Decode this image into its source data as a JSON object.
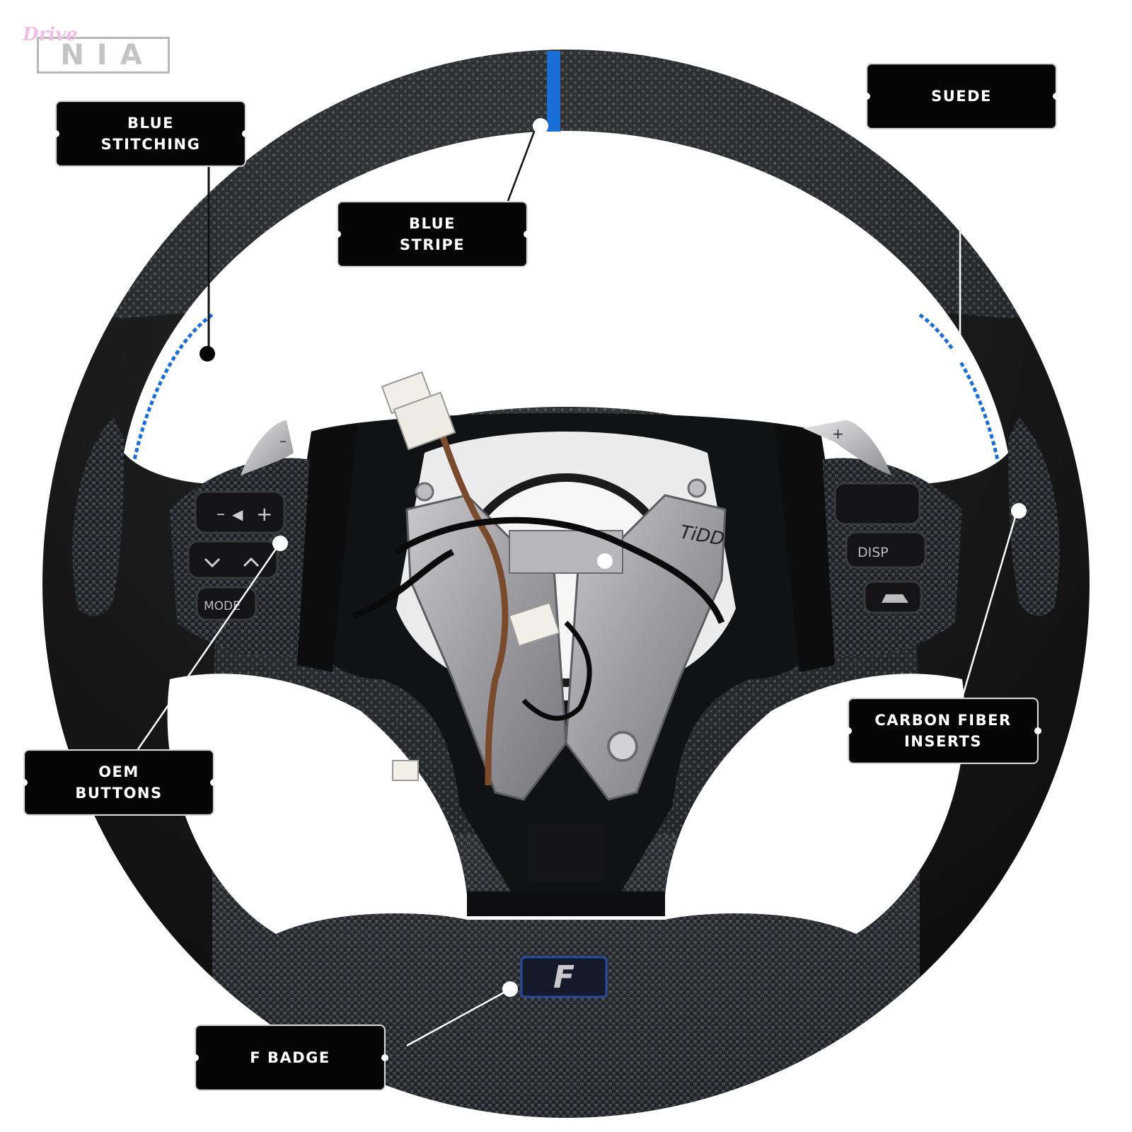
{
  "logo": {
    "script_text": "Drive",
    "brand_text": "NIA"
  },
  "callouts": {
    "blue_stitching": "BLUE\nSTITCHING",
    "suede": "SUEDE",
    "blue_stripe": "BLUE\nSTRIPE",
    "carbon_fiber_inserts": "CARBON FIBER\nINSERTS",
    "oem_buttons": "OEM\nBUTTONS",
    "f_badge": "F BADGE"
  },
  "wheel": {
    "button_labels": {
      "minus": "–",
      "volume": "◀",
      "plus": "+",
      "mode": "MODE",
      "disp": "DISP",
      "paddle_minus": "–",
      "paddle_plus": "+",
      "badge_letter": "F",
      "marker_text": "TiDD"
    }
  },
  "colors": {
    "accent_blue": "#1a6fd6",
    "callout_bg": "#050505",
    "suede": "#0b0b0c",
    "carbon": "#2a2c30",
    "metal": "#a8a8ab"
  }
}
